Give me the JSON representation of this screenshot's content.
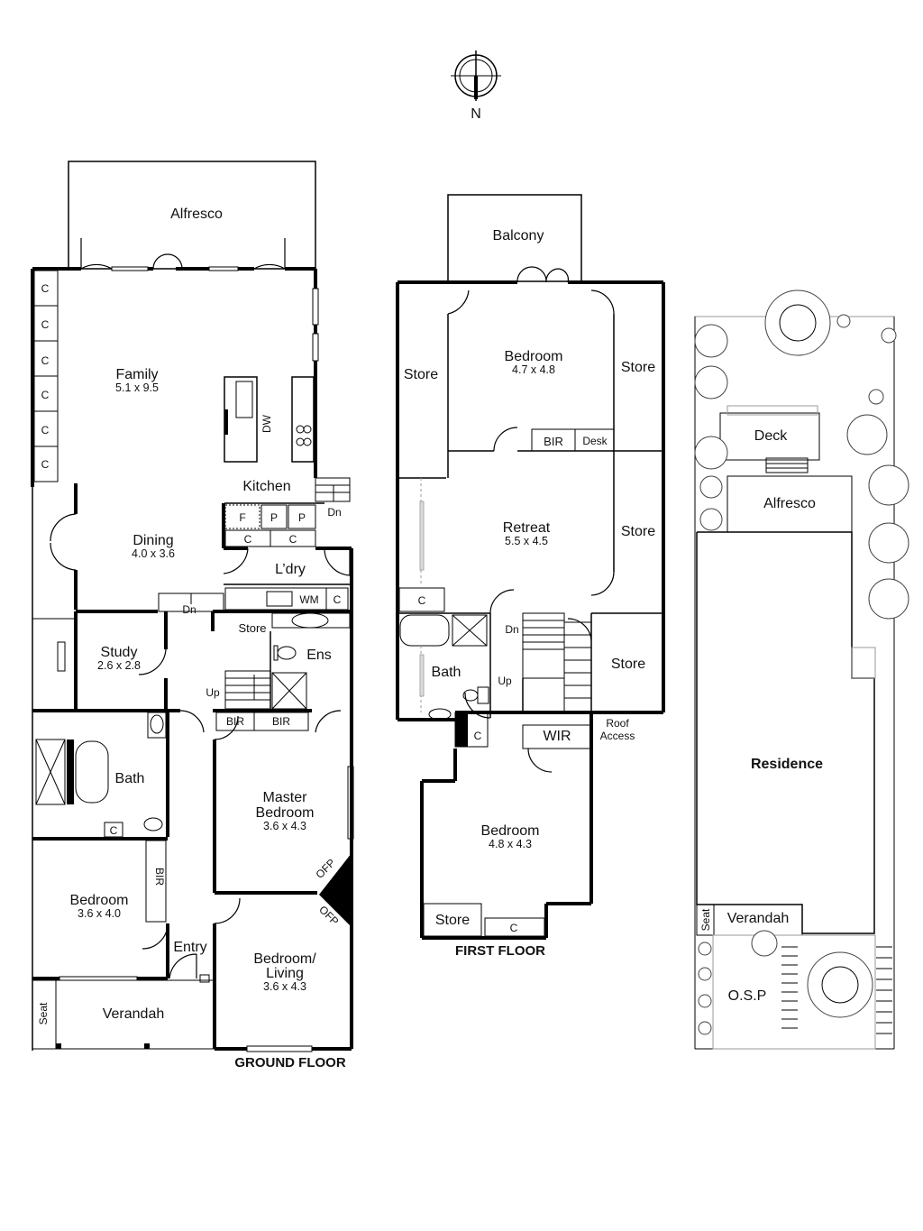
{
  "compass": {
    "label": "N"
  },
  "ground_floor": {
    "title": "GROUND FLOOR",
    "rooms": {
      "alfresco": "Alfresco",
      "family": {
        "name": "Family",
        "dims": "5.1 x 9.5"
      },
      "kitchen": "Kitchen",
      "dining": {
        "name": "Dining",
        "dims": "4.0 x 3.6"
      },
      "laundry": "L’dry",
      "study": {
        "name": "Study",
        "dims": "2.6 x 2.8"
      },
      "store": "Store",
      "ensuite": "Ens",
      "bath": "Bath",
      "master_bedroom": {
        "name_line1": "Master",
        "name_line2": "Bedroom",
        "dims": "3.6 x 4.3"
      },
      "bedroom": {
        "name": "Bedroom",
        "dims": "3.6 x 4.0"
      },
      "bedroom_living": {
        "name_line1": "Bedroom/",
        "name_line2": "Living",
        "dims": "3.6 x 4.3"
      },
      "entry": "Entry",
      "verandah": "Verandah"
    },
    "fixtures": {
      "cupboard": "C",
      "fridge": "F",
      "pantry": "P",
      "dishwasher": "DW",
      "washing_machine": "WM",
      "built_in_robe": "BIR",
      "fireplace": "OFP",
      "seat": "Seat",
      "stairs_up": "Up",
      "stairs_down": "Dn"
    }
  },
  "first_floor": {
    "title": "FIRST FLOOR",
    "rooms": {
      "balcony": "Balcony",
      "bedroom_top": {
        "name": "Bedroom",
        "dims": "4.7 x 4.8"
      },
      "store": "Store",
      "retreat": {
        "name": "Retreat",
        "dims": "5.5 x 4.5"
      },
      "bath": "Bath",
      "wir": "WIR",
      "roof_access": {
        "line1": "Roof",
        "line2": "Access"
      },
      "bedroom_bottom": {
        "name": "Bedroom",
        "dims": "4.8 x 4.3"
      }
    },
    "fixtures": {
      "built_in_robe": "BIR",
      "desk": "Desk",
      "cupboard": "C",
      "stairs_up": "Up",
      "stairs_down": "Dn"
    }
  },
  "site_plan": {
    "deck": "Deck",
    "alfresco": "Alfresco",
    "residence": "Residence",
    "verandah": "Verandah",
    "seat": "Seat",
    "osp": "O.S.P"
  }
}
